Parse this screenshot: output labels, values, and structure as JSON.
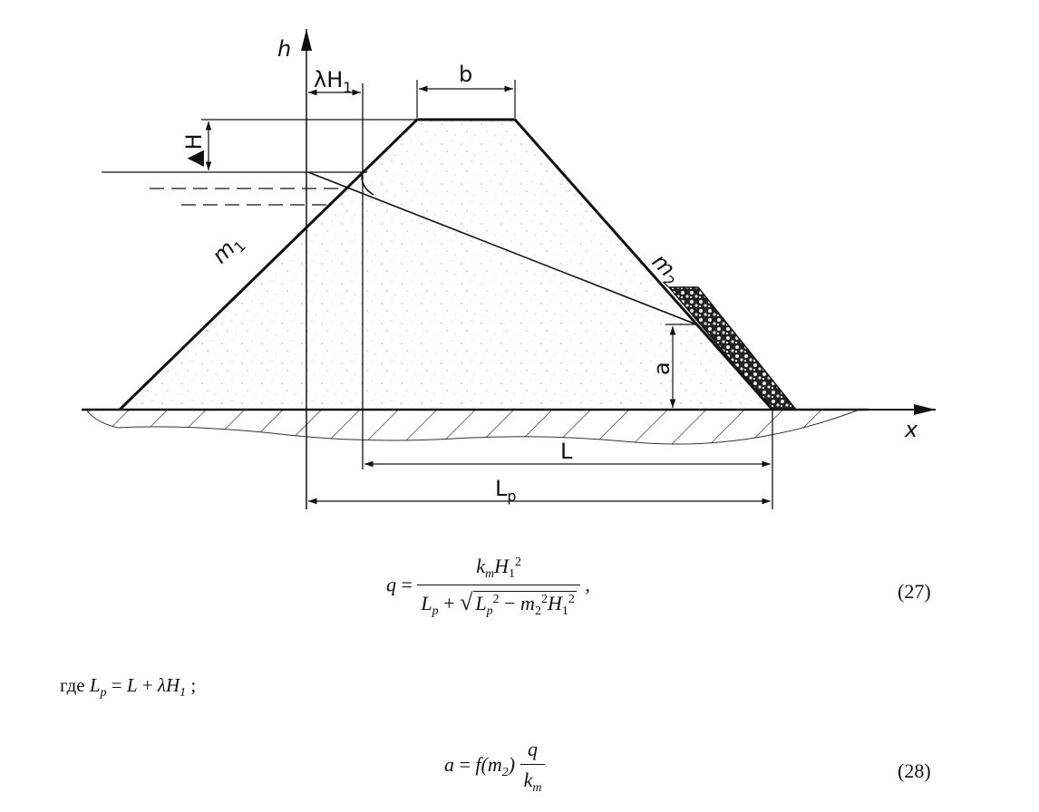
{
  "diagram": {
    "axis_h": "h",
    "axis_x": "x",
    "dim_lambda": "λH",
    "dim_lambda_sub": "1",
    "dim_b": "b",
    "dim_dH": "▲H",
    "slope_m1": "m",
    "slope_m1_sub": "1",
    "slope_m2": "m",
    "slope_m2_sub": "2",
    "dim_a": "a",
    "dim_L": "L",
    "dim_Lp": "L",
    "dim_Lp_sub": "p"
  },
  "equations": {
    "eq27_number": "(27)",
    "eq27_separator": ",",
    "where_text": "где",
    "eq28_number": "(28)"
  }
}
